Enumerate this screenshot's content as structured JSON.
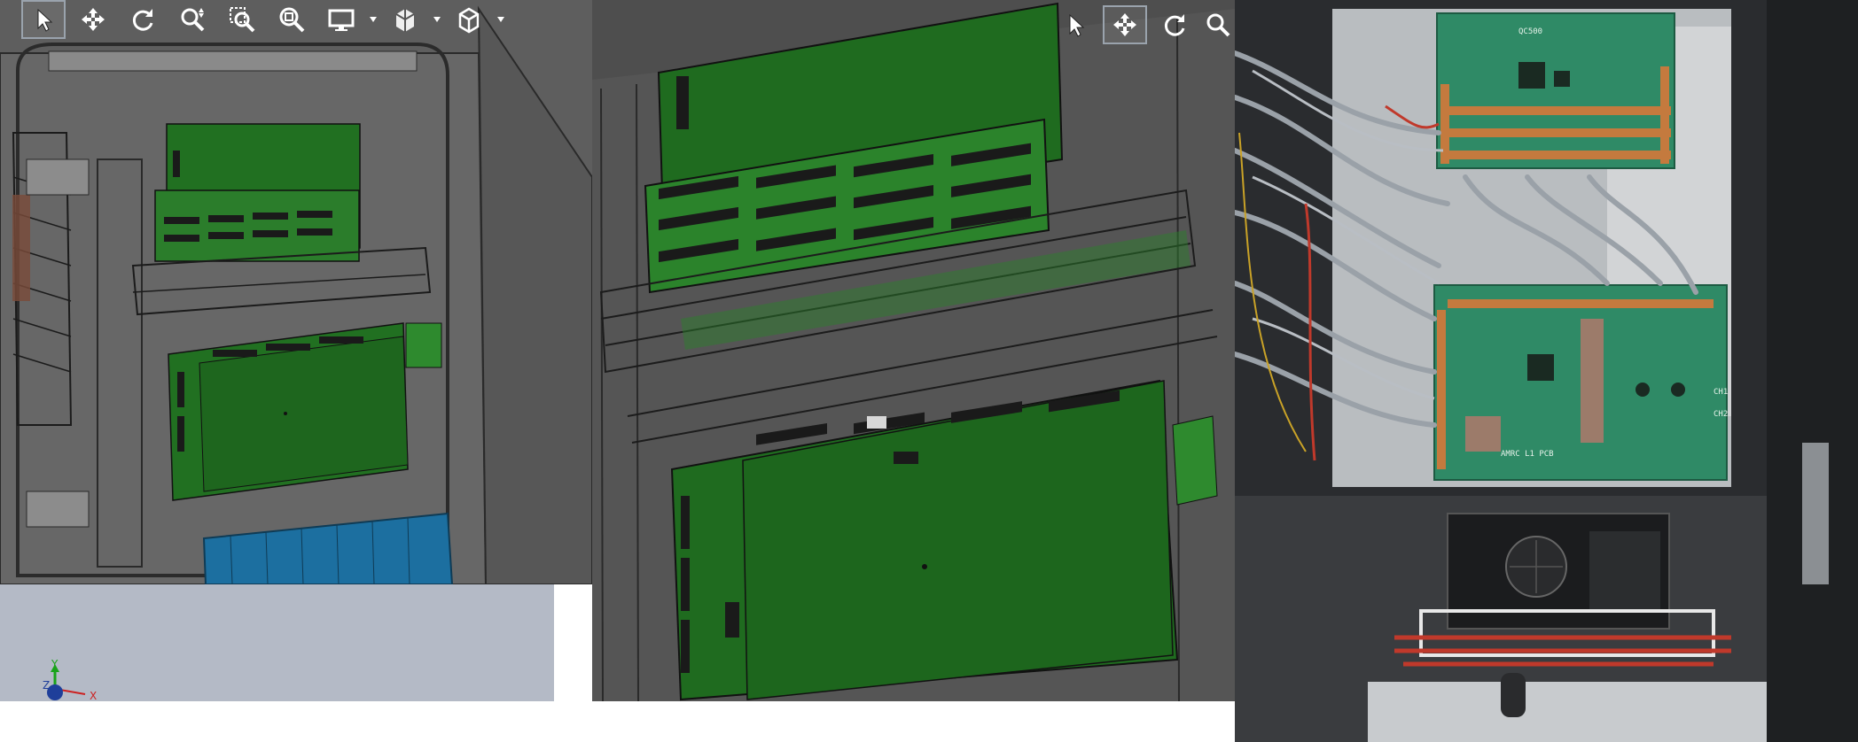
{
  "colors": {
    "cad_background": "#5b5b5b",
    "board_green": "#1f6b1f",
    "board_green_light": "#2c8a2c",
    "psu_blue": "#1c6fa0",
    "viewport_lower": "#b4bac6",
    "photo_pcb_green": "#2f8a66"
  },
  "toolbar_left": {
    "items": [
      {
        "name": "select-icon",
        "active": true
      },
      {
        "name": "pan-icon",
        "active": false
      },
      {
        "name": "rotate-icon",
        "active": false
      },
      {
        "name": "zoom-icon",
        "active": false
      },
      {
        "name": "zoom-window-icon",
        "active": false
      },
      {
        "name": "zoom-fit-icon",
        "active": false
      },
      {
        "name": "display-mode-icon",
        "has_dropdown": true
      },
      {
        "name": "section-view-icon",
        "has_dropdown": true
      },
      {
        "name": "view-cube-icon",
        "has_dropdown": true
      }
    ]
  },
  "toolbar_mid": {
    "items": [
      {
        "name": "select-icon",
        "active": false
      },
      {
        "name": "pan-icon",
        "active": true
      },
      {
        "name": "rotate-icon",
        "active": false
      },
      {
        "name": "zoom-icon",
        "active": false
      }
    ]
  },
  "axis_triad": {
    "y_label": "Y",
    "z_label": "Z",
    "x_label": "X"
  },
  "photo": {
    "board_labels": [
      "QC500",
      "AMRC L1 PCB",
      "CH1",
      "CH2"
    ]
  }
}
